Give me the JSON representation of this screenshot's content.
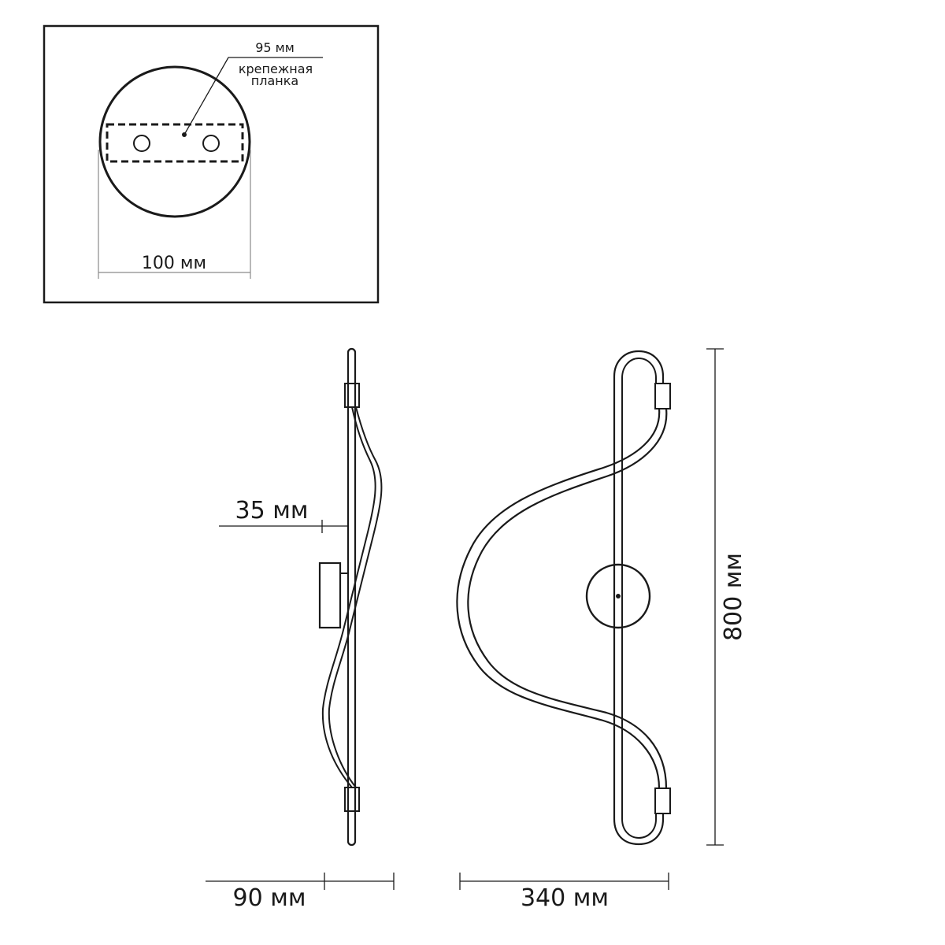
{
  "inset": {
    "plate_width_label": "95 мм",
    "plate_name_line1": "крепежная",
    "plate_name_line2": "планка",
    "base_diameter_label": "100 мм"
  },
  "dimensions": {
    "offset_label": "35 мм",
    "depth_label": "90 мм",
    "width_label": "340 мм",
    "height_label": "800 мм"
  }
}
